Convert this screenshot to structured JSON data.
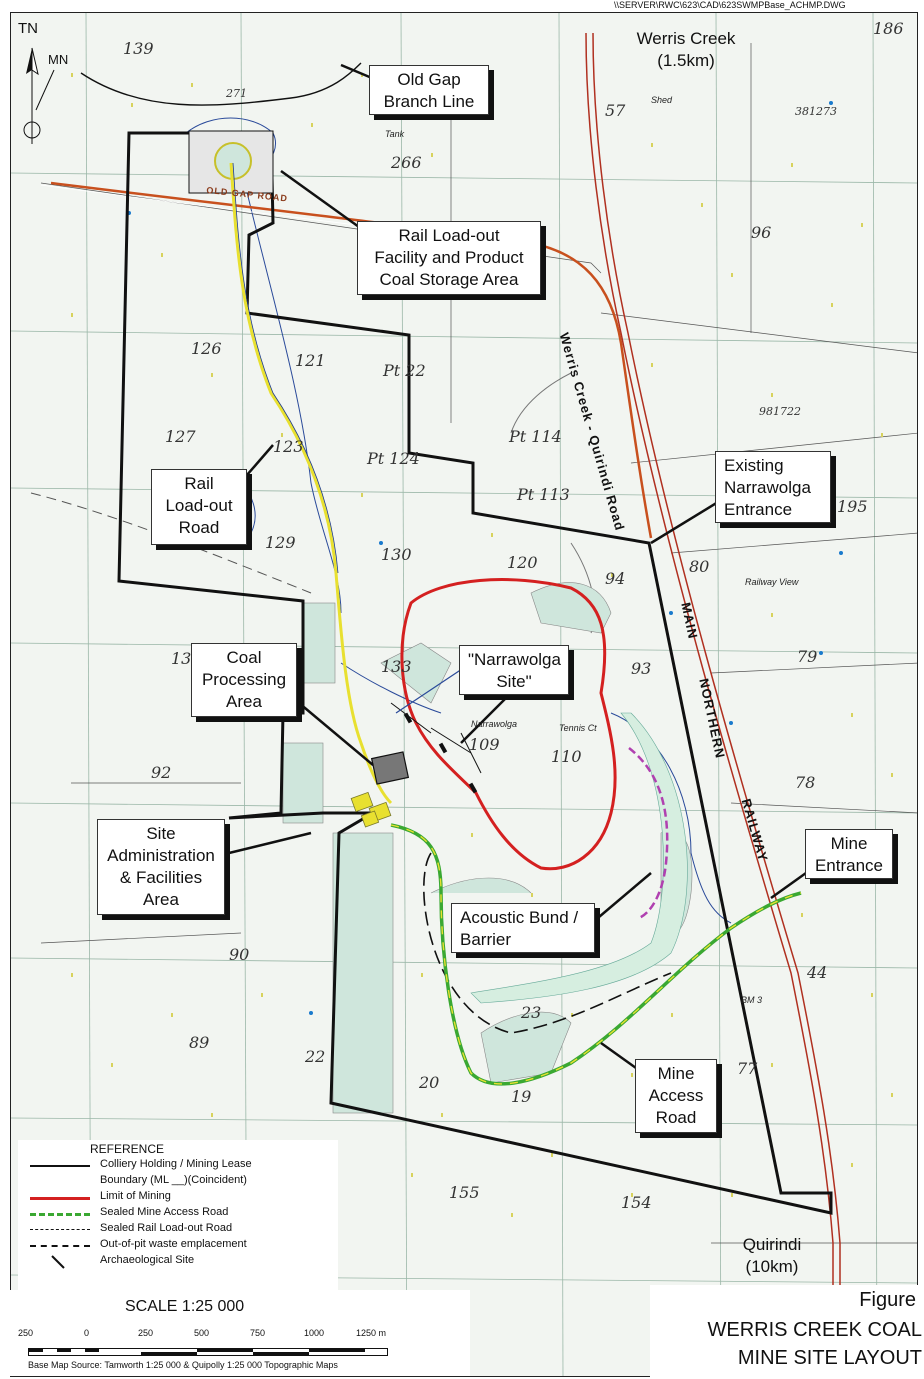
{
  "file_path": "\\\\SERVER\\RWC\\623\\CAD\\623SWMPBase_ACHMP.DWG",
  "north_arrow": {
    "true_north": "TN",
    "magnetic_north": "MN"
  },
  "callouts": {
    "werris_creek": [
      "Werris Creek",
      "(1.5km)"
    ],
    "old_gap": [
      "Old Gap",
      "Branch Line"
    ],
    "rail_loadout_facility": [
      "Rail Load-out",
      "Facility and Product",
      "Coal Storage Area"
    ],
    "rail_loadout_road": [
      "Rail",
      "Load-out",
      "Road"
    ],
    "existing_narrawolga": [
      "Existing",
      "Narrawolga",
      "Entrance"
    ],
    "coal_processing": [
      "Coal",
      "Processing",
      "Area"
    ],
    "narrawolga_site": [
      "\"Narrawolga",
      "Site\""
    ],
    "site_admin": [
      "Site",
      "Administration",
      "& Facilities",
      "Area"
    ],
    "mine_entrance": [
      "Mine",
      "Entrance"
    ],
    "acoustic_bund": [
      "Acoustic Bund /",
      "Barrier"
    ],
    "mine_access_road": [
      "Mine",
      "Access",
      "Road"
    ],
    "quirindi": [
      "Quirindi",
      "(10km)"
    ]
  },
  "road_labels": {
    "werris_quirindi_road": "Werris Creek - Quirindi Road",
    "main_northern_railway_1": "MAIN",
    "main_northern_railway_2": "NORTHERN",
    "main_northern_railway_3": "RAILWAY",
    "old_gap_road": "OLD GAP ROAD"
  },
  "lot_numbers": {
    "l139": "139",
    "l57": "57",
    "l271": "271",
    "l266": "266",
    "l96": "96",
    "l126": "126",
    "l121": "121",
    "lpt22": "Pt 22",
    "l127": "127",
    "l123": "123",
    "lpt124": "Pt 124",
    "lpt114": "Pt 114",
    "lpt113": "Pt 113",
    "l129": "129",
    "l130": "130",
    "l120": "120",
    "l94": "94",
    "l80": "80",
    "l13": "13",
    "l133": "133",
    "l93": "93",
    "l79": "79",
    "l92": "92",
    "l109": "109",
    "l110": "110",
    "l78": "78",
    "l90": "90",
    "l89": "89",
    "l22": "22",
    "l20": "20",
    "l19": "19",
    "l23": "23",
    "l77": "77",
    "l44": "44",
    "l155": "155",
    "l154": "154",
    "l186": "186",
    "l381273": "381273",
    "l981722": "981722",
    "l195": "195"
  },
  "place_labels": {
    "narrawolga_homestead": "Narrawolga",
    "tennis_ct": "Tennis Ct",
    "shed": "Shed",
    "tank": "Tank",
    "railway_view": "Railway View",
    "bm": "BM 3"
  },
  "legend": {
    "title": "REFERENCE",
    "items": [
      {
        "label": "Colliery Holding / Mining Lease",
        "color": "#111111",
        "style": "solid-thick"
      },
      {
        "label": "Boundary (ML __)(Coincident)",
        "color": "",
        "style": "none"
      },
      {
        "label": "Limit of Mining",
        "color": "#d42020",
        "style": "solid-thick"
      },
      {
        "label": "Sealed Mine Access Road",
        "color": "#3aa832",
        "style": "dashed-yellow"
      },
      {
        "label": "Sealed Rail Load-out Road",
        "color": "#111111",
        "style": "dashed-thin"
      },
      {
        "label": "Out-of-pit waste emplacement",
        "color": "#111111",
        "style": "dash-dot"
      },
      {
        "label": "Archaeological Site",
        "color": "#111111",
        "style": "slash"
      }
    ]
  },
  "scale": {
    "title": "SCALE 1:25 000",
    "ticks": [
      "250",
      "0",
      "250",
      "500",
      "750",
      "1000",
      "1250 m"
    ],
    "source": "Base Map Source: Tamworth 1:25 000 & Quipolly 1:25 000 Topographic Maps"
  },
  "figure": {
    "label": "Figure",
    "title_line1": "WERRIS CREEK COAL",
    "title_line2": "MINE SITE LAYOUT"
  },
  "colors": {
    "boundary": "#111111",
    "limit_of_mining": "#d42020",
    "access_road": "#3aa832",
    "loadout_road": "#e8e030",
    "main_road": "#c8501e",
    "watercourse": "#2a4a9a",
    "emplacement_fill": "#cfe6dc",
    "acoustic_bund": "#b040b0"
  }
}
